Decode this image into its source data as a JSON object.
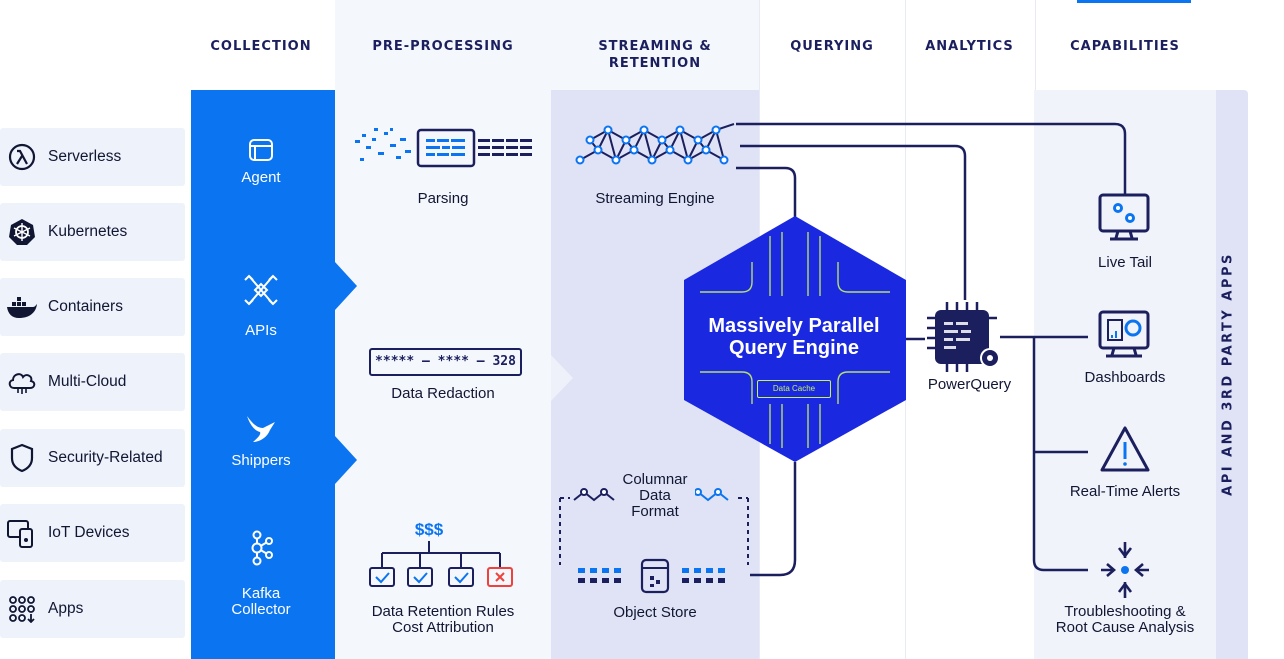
{
  "columns": {
    "collection": "COLLECTION",
    "preprocessing": "PRE-PROCESSING",
    "streaming_line1": "STREAMING &",
    "streaming_line2": "RETENTION",
    "querying": "QUERYING",
    "analytics": "ANALYTICS",
    "capabilities": "CAPABILITIES"
  },
  "sources": [
    {
      "label": "Serverless",
      "icon": "lambda-icon"
    },
    {
      "label": "Kubernetes",
      "icon": "kubernetes-icon"
    },
    {
      "label": "Containers",
      "icon": "docker-icon"
    },
    {
      "label": "Multi-Cloud",
      "icon": "cloud-icon"
    },
    {
      "label": "Security-Related",
      "icon": "shield-icon"
    },
    {
      "label": "IoT Devices",
      "icon": "iot-device-icon"
    },
    {
      "label": "Apps",
      "icon": "apps-grid-icon"
    }
  ],
  "collection": {
    "agent": "Agent",
    "apis": "APIs",
    "shippers": "Shippers",
    "kafka_line1": "Kafka",
    "kafka_line2": "Collector"
  },
  "preprocessing": {
    "parsing": "Parsing",
    "redaction_badge": "***** – **** – 328",
    "redaction": "Data Redaction",
    "cost_symbol": "$$$",
    "retention_line1": "Data Retention Rules",
    "retention_line2": "Cost Attribution"
  },
  "streaming": {
    "engine": "Streaming Engine",
    "columnar_line1": "Columnar",
    "columnar_line2": "Data",
    "columnar_line3": "Format",
    "object_store": "Object Store"
  },
  "querying": {
    "engine_line1": "Massively Parallel",
    "engine_line2": "Query Engine",
    "cache": "Data Cache"
  },
  "analytics": {
    "powerquery": "PowerQuery"
  },
  "capabilities": {
    "live_tail": "Live Tail",
    "dashboards": "Dashboards",
    "alerts": "Real-Time Alerts",
    "troubleshooting_line1": "Troubleshooting &",
    "troubleshooting_line2": "Root Cause Analysis"
  },
  "side_label": "API AND 3RD PARTY APPS",
  "colors": {
    "brand_blue": "#0b74f0",
    "engine_blue": "#1a28e0",
    "navy": "#1b1f5e",
    "panel_light": "#eef2fa",
    "panel_lavender": "#dfe3f5",
    "accent_red": "#f0413c",
    "accent_lime": "#c7f25e"
  }
}
